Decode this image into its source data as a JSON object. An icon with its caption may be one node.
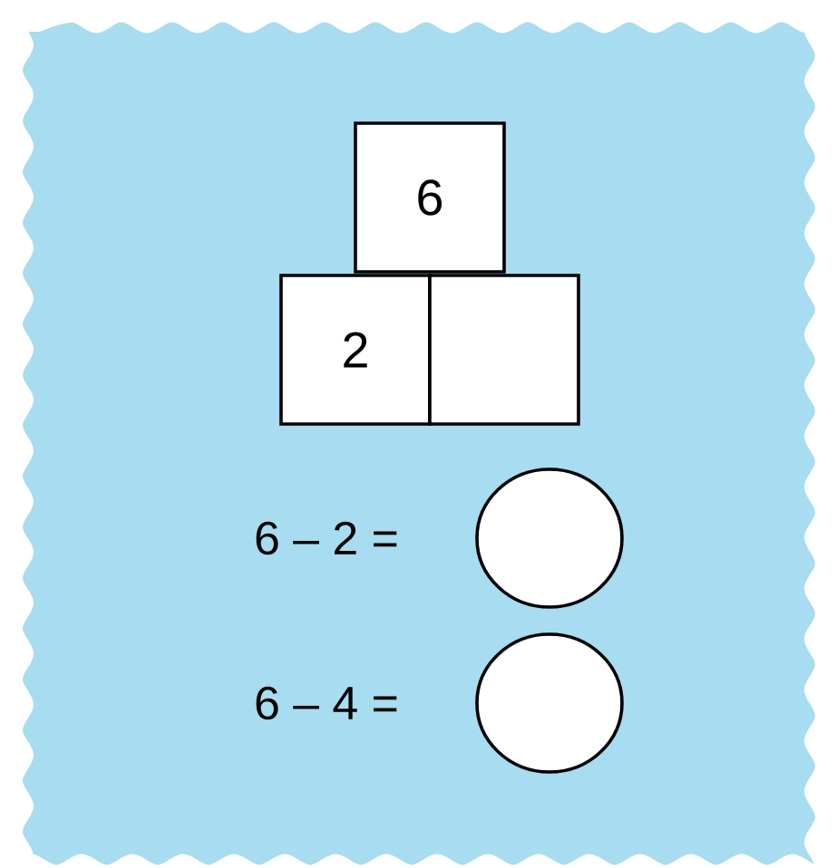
{
  "diagram": {
    "nodes": [
      {
        "text": [
          "6"
        ]
      },
      {
        "text": [
          "2"
        ]
      },
      {
        "text": [],
        "shape": "box"
      },
      {
        "text": [],
        "shape": "circle"
      },
      {
        "text": [],
        "shape": "circle"
      }
    ],
    "labels": [
      "6 – 2 =",
      "6 – 4 ="
    ]
  }
}
